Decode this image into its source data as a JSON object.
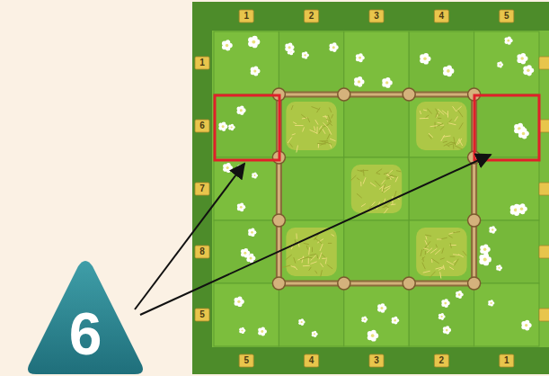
{
  "diagram": {
    "nodes": [
      {
        "text": [
          "6"
        ]
      }
    ],
    "labels": [
      "1",
      "2",
      "3",
      "4",
      "5",
      "1",
      "6",
      "7",
      "8",
      "5",
      "5",
      "4",
      "3",
      "2",
      "1"
    ]
  }
}
